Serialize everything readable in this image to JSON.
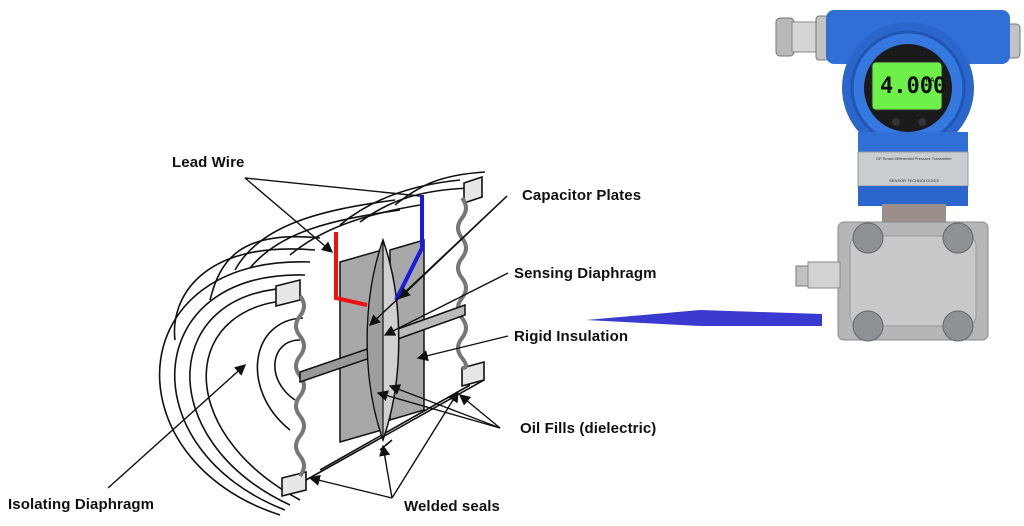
{
  "diagram": {
    "title": "Capacitive Differential Pressure Sensor Cell",
    "labels": {
      "lead_wire": "Lead Wire",
      "capacitor_plates": "Capacitor Plates",
      "sensing_diaphragm": "Sensing Diaphragm",
      "rigid_insulation": "Rigid Insulation",
      "oil_fills": "Oil Fills (dielectric)",
      "isolating_diaphragm": "Isolating Diaphragm",
      "welded_seals": "Welded seals"
    },
    "colors": {
      "lead_wire_left": "#ee1111",
      "lead_wire_right": "#1a1ae0",
      "pointer_arrow": "#3a3ad0",
      "plate_fill": "#a8a8a8",
      "diaphragm_fill": "#d0d0d0"
    }
  },
  "transmitter": {
    "display_value": "4.000",
    "display_unit": "mA",
    "lcd_color": "#6ef04a",
    "housing_color": "#2f6fd6",
    "nameplate_title": "DP Smart Differential Pressure Transmitter",
    "nameplate_maker": "SENSOR TECHNOLOGIES"
  }
}
